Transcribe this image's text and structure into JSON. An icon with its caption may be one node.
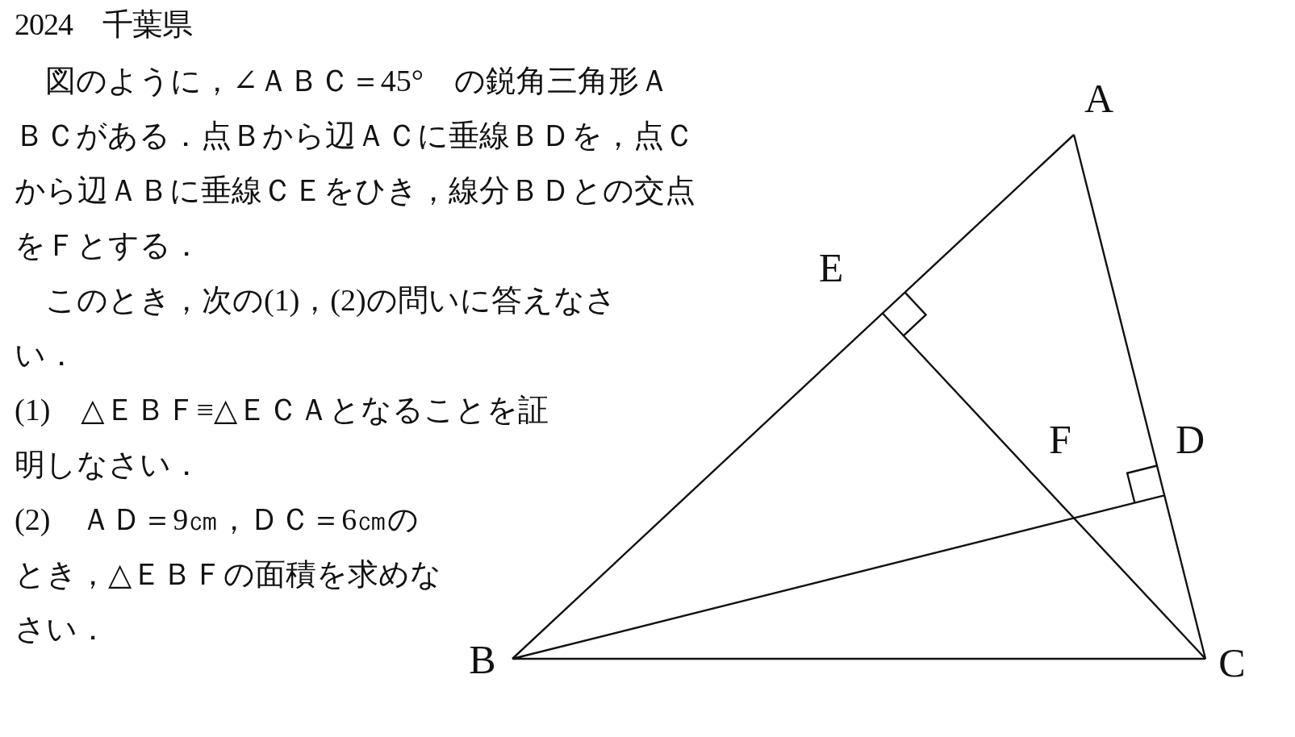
{
  "diagram": {
    "title": "2024　千葉県",
    "labels": [
      "　図のように，∠ＡＢＣ＝45°　の鋭角三角形ＡＢＣがある．点Ｂから辺ＡＣに垂線ＢＤを，点Ｃから辺ＡＢに垂線ＣＥをひき，線分ＢＤとの交点をＦとする．",
      "　このとき，次の(1)，(2)の問いに答えなさい．",
      "(1)　△ＥＢＦ≡△ＥＣＡとなることを証明しなさい．",
      "(2)　ＡＤ＝9㎝，ＤＣ＝6㎝のとき，△ＥＢＦの面積を求めなさい．",
      "A",
      "E",
      "F",
      "D",
      "B",
      "C"
    ]
  }
}
